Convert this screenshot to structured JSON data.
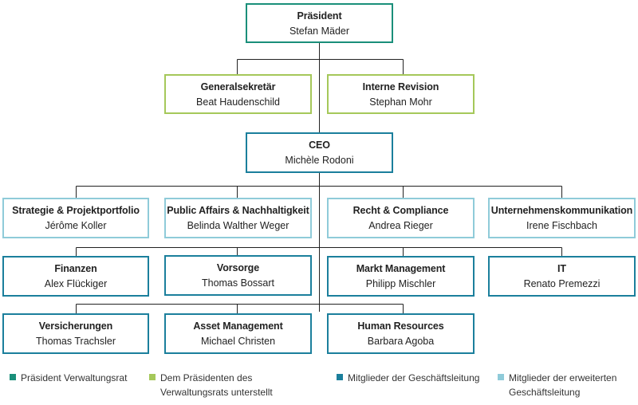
{
  "colors": {
    "praesident": "#1a8f7a",
    "unterstellt": "#a5c85a",
    "geschaeftsleitung": "#1b7f9c",
    "erweiterte_geschaeftsleitung": "#8fcbd9",
    "connector": "#222222"
  },
  "praesident": {
    "title": "Präsident",
    "name": "Stefan Mäder"
  },
  "generalsekretaer": {
    "title": "Generalsekretär",
    "name": "Beat Haudenschild"
  },
  "interne_revision": {
    "title": "Interne Revision",
    "name": "Stephan Mohr"
  },
  "ceo": {
    "title": "CEO",
    "name": "Michèle Rodoni"
  },
  "erweitert": [
    {
      "title": "Strategie & Projektportfolio",
      "name": "Jérôme Koller"
    },
    {
      "title": "Public Affairs & Nachhaltigkeit",
      "name": "Belinda Walther Weger"
    },
    {
      "title": "Recht & Compliance",
      "name": "Andrea Rieger"
    },
    {
      "title": "Unternehmenskommunikation",
      "name": "Irene Fischbach"
    }
  ],
  "gl_row1": [
    {
      "title": "Finanzen",
      "name": "Alex Flückiger"
    },
    {
      "title": "Vorsorge",
      "name": "Thomas Bossart"
    },
    {
      "title": "Markt Management",
      "name": "Philipp Mischler"
    },
    {
      "title": "IT",
      "name": "Renato Premezzi"
    }
  ],
  "gl_row2": [
    {
      "title": "Versicherungen",
      "name": "Thomas Trachsler"
    },
    {
      "title": "Asset Management",
      "name": "Michael Christen"
    },
    {
      "title": "Human Resources",
      "name": "Barbara Agoba"
    }
  ],
  "legend": [
    {
      "label": "Präsident Verwaltungsrat"
    },
    {
      "label": "Dem Präsidenten des Verwaltungsrats unterstellt"
    },
    {
      "label": "Mitglieder der Geschäftsleitung"
    },
    {
      "label": "Mitglieder der erweiterten Geschäftsleitung"
    }
  ]
}
